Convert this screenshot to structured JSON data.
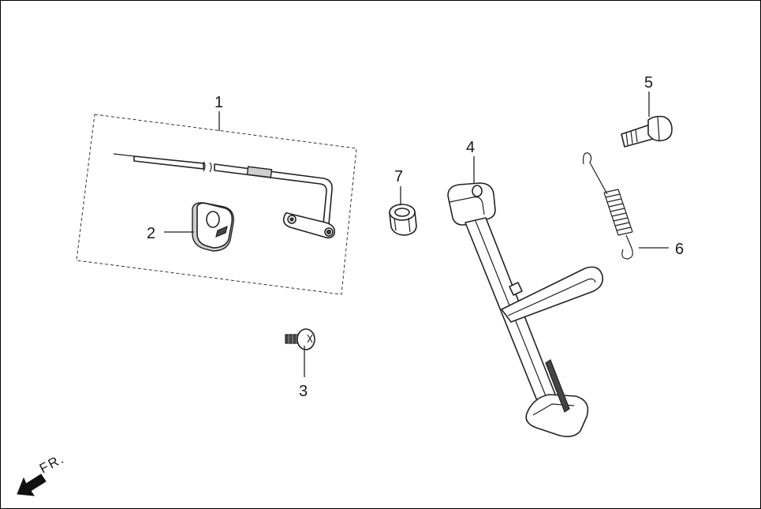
{
  "diagram": {
    "callouts": [
      {
        "id": "1",
        "label": "1"
      },
      {
        "id": "2",
        "label": "2"
      },
      {
        "id": "3",
        "label": "3"
      },
      {
        "id": "4",
        "label": "4"
      },
      {
        "id": "5",
        "label": "5"
      },
      {
        "id": "6",
        "label": "6"
      },
      {
        "id": "7",
        "label": "7"
      }
    ],
    "direction_label": "FR."
  }
}
